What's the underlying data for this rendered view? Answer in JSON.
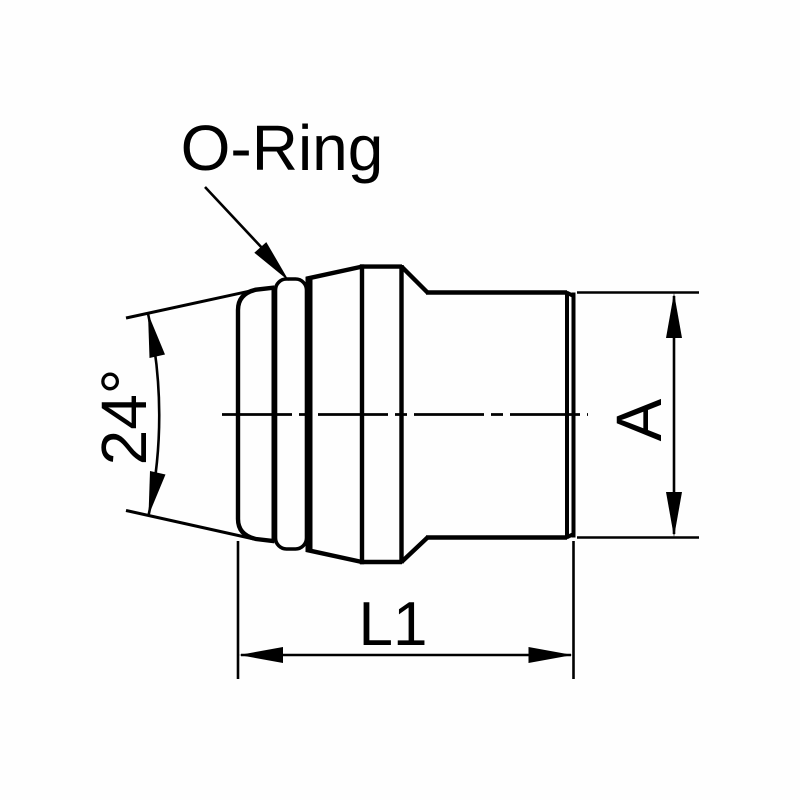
{
  "drawing": {
    "type": "technical-drawing",
    "background": "#fefefe",
    "line_color": "#000000",
    "labels": {
      "o_ring": "O-Ring",
      "cone_angle": "24°",
      "diameter": "A",
      "length": "L1"
    }
  }
}
